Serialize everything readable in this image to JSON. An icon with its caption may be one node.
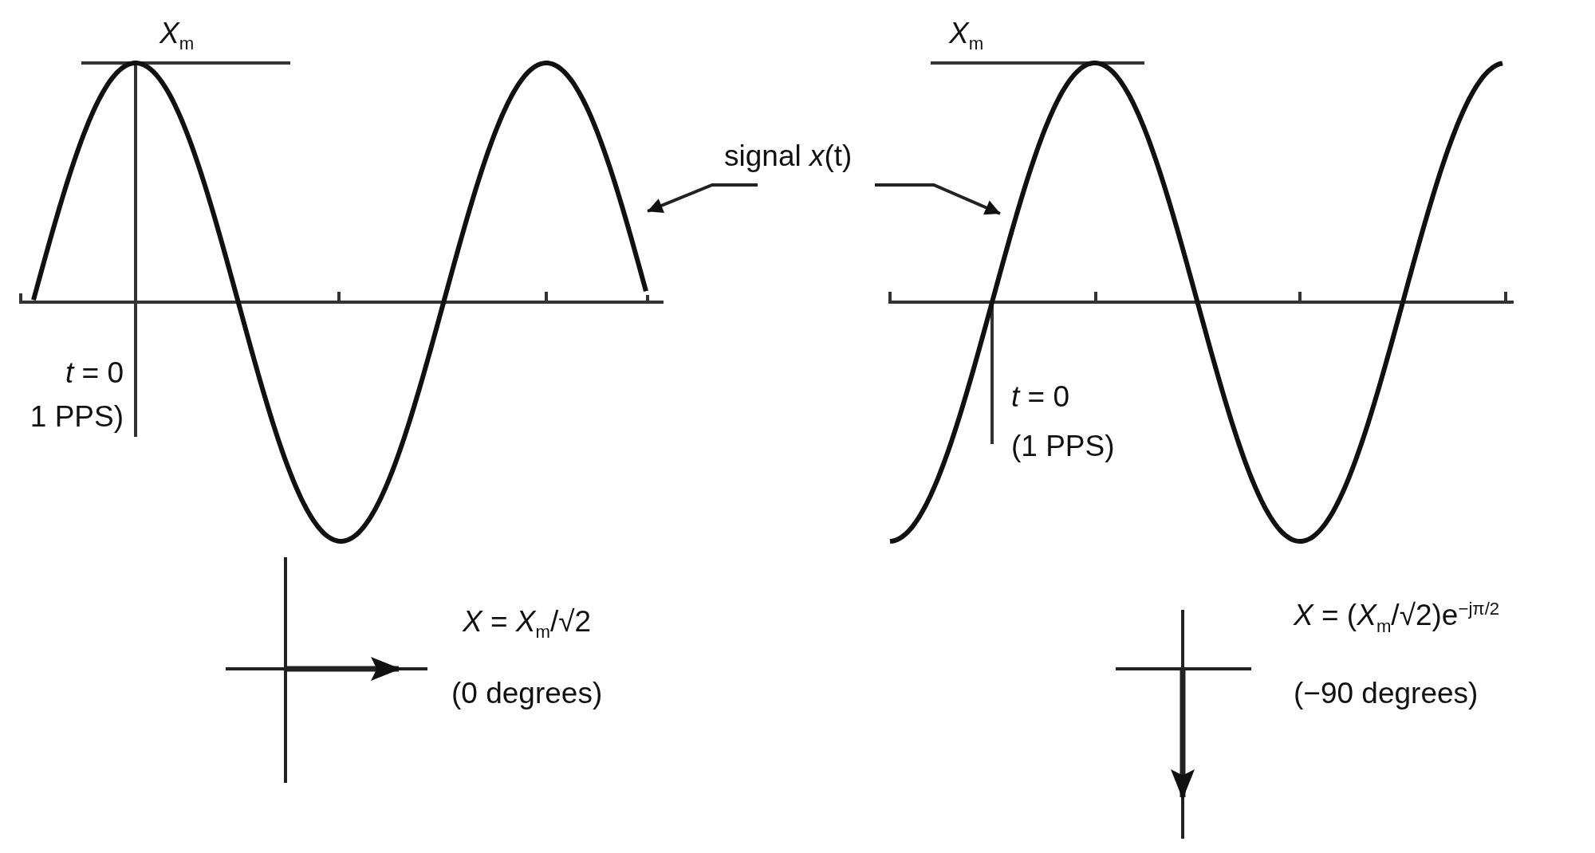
{
  "diagram": {
    "nodes": [
      {
        "text": [
          "signal *x*(t)"
        ]
      },
      {
        "text": [],
        "shape": "wave"
      },
      {
        "text": [],
        "shape": "wave"
      }
    ],
    "edges": [
      {
        "from": 0,
        "to": 1,
        "arrow": "to"
      },
      {
        "from": 0,
        "to": 2,
        "arrow": "to"
      }
    ],
    "labels": [
      "*X*$_{m}$",
      "*X*$_{m}$",
      "*t* = 0",
      "1 PPS)",
      "*t* = 0",
      "(1 PPS)",
      "*X* = *X*$_{m}$/√2",
      "(0 degrees)",
      "*X* = (*X*$_{m}$/√2)e$^{−jπ/2}$",
      "(−90 degrees)"
    ]
  }
}
